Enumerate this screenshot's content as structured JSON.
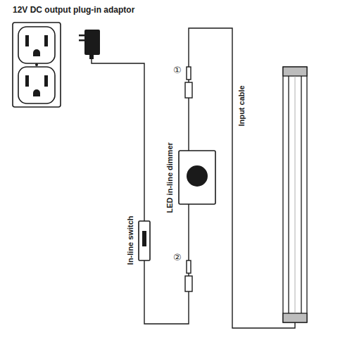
{
  "diagram": {
    "labels": [
      "12V DC output plug-in adaptor",
      "①",
      "LED in-line dimmer",
      "②",
      "In-line switch",
      "Input cable"
    ]
  }
}
